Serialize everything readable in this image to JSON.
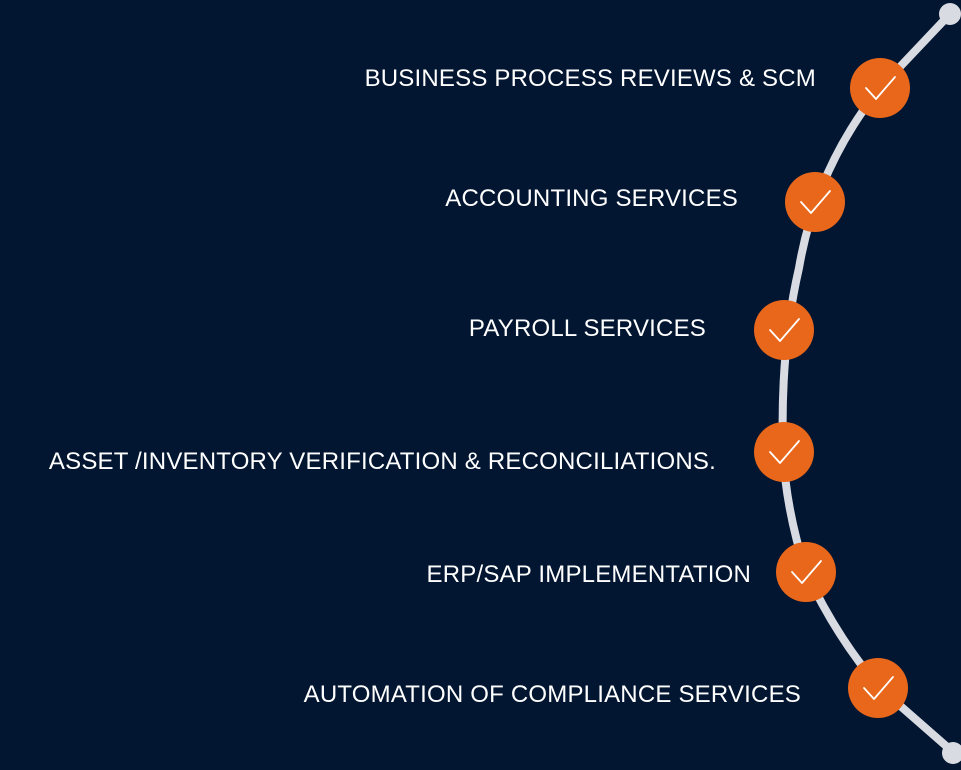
{
  "services": [
    {
      "label": "BUSINESS PROCESS REVIEWS  & SCM",
      "icon": "check-icon"
    },
    {
      "label": "ACCOUNTING SERVICES",
      "icon": "check-icon"
    },
    {
      "label": "PAYROLL SERVICES",
      "icon": "check-icon"
    },
    {
      "label": "ASSET /INVENTORY VERIFICATION & RECONCILIATIONS.",
      "icon": "check-icon"
    },
    {
      "label": "ERP/SAP IMPLEMENTATION",
      "icon": "check-icon"
    },
    {
      "label": "AUTOMATION OF COMPLIANCE SERVICES",
      "icon": "check-icon"
    }
  ],
  "colors": {
    "background": "#021631",
    "arc": "#d9dbe3",
    "badge": "#e8671a",
    "text": "#ffffff"
  }
}
